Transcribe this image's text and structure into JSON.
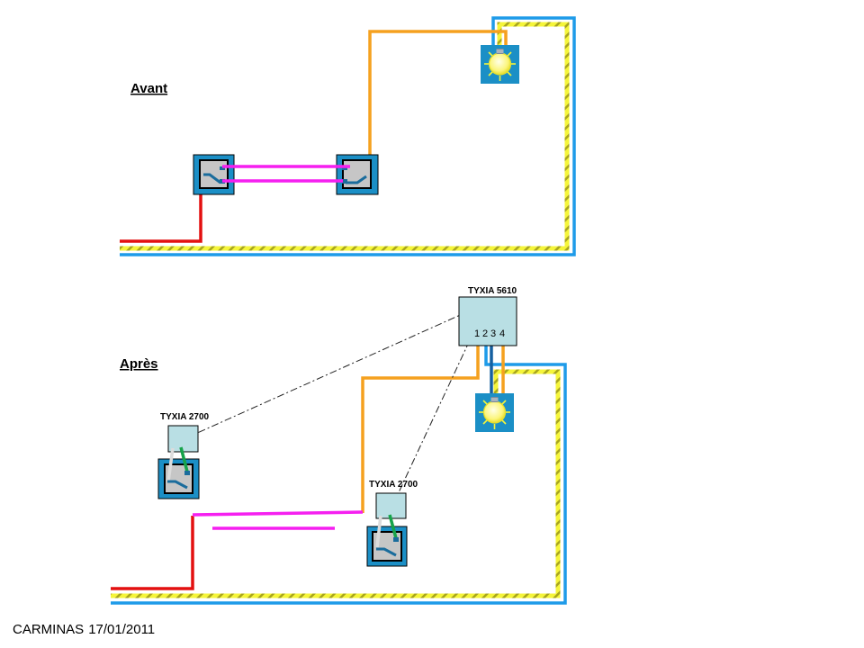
{
  "sections": {
    "before": {
      "title": "Avant"
    },
    "after": {
      "title": "Après"
    }
  },
  "devices": {
    "receiver": {
      "label": "TYXIA 5610",
      "terminals": [
        "1",
        "2",
        "3",
        "4"
      ]
    },
    "transmitter_left": {
      "label": "TYXIA 2700"
    },
    "transmitter_right": {
      "label": "TYXIA 2700"
    }
  },
  "wire_colors": {
    "phase": "#e31010",
    "neutral": "#1e9be9",
    "earth_yellow": "#f5f53a",
    "earth_green": "#b7b31a",
    "lamp_return": "#f5a11f",
    "traveler": "#f51ff0",
    "switch_leg_green": "#16a34a",
    "switch_leg_grey": "#dcdcdc",
    "box_blue": "#1b8fc6",
    "switch_grey": "#c6c6c6",
    "transmitter_fill": "#b9dfe4"
  },
  "footer": {
    "author": "CARMINAS",
    "date": "17/01/2011"
  }
}
